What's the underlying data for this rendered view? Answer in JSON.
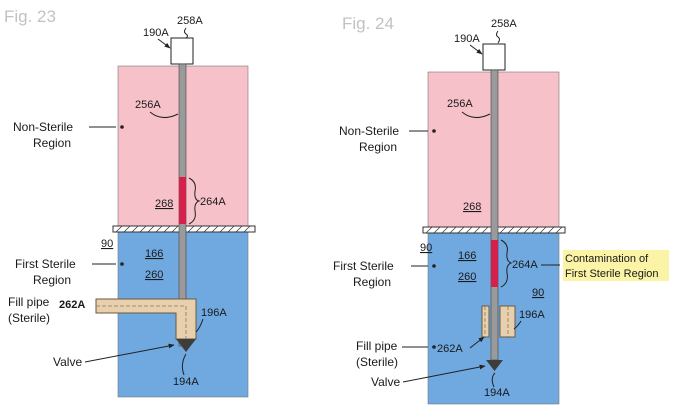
{
  "colors": {
    "non_sterile": "#f6c1c9",
    "sterile": "#6fa9e0",
    "contamination": "#d4204a",
    "pipe": "#e8cfae",
    "highlight": "#fbf3a6"
  },
  "fig23": {
    "title": "Fig. 23",
    "ref_190": "190A",
    "ref_258": "258A",
    "ref_256": "256A",
    "non_sterile_line1": "Non-Sterile",
    "non_sterile_line2": "Region",
    "ref_268": "268",
    "ref_264": "264A",
    "ref_90": "90",
    "ref_166": "166",
    "ref_260": "260",
    "first_sterile_line1": "First Sterile",
    "first_sterile_line2": "Region",
    "fill_pipe_line1": "Fill pipe",
    "fill_pipe_line2": "(Sterile)",
    "ref_262": "262A",
    "ref_196": "196A",
    "valve": "Valve",
    "ref_194": "194A"
  },
  "fig24": {
    "title": "Fig. 24",
    "ref_190": "190A",
    "ref_258": "258A",
    "ref_256": "256A",
    "non_sterile_line1": "Non-Sterile",
    "non_sterile_line2": "Region",
    "ref_268": "268",
    "ref_90": "90",
    "ref_166": "166",
    "ref_260": "260",
    "ref_264": "264A",
    "contamination_line1": "Contamination of",
    "contamination_line2": "First Sterile Region",
    "ref_90b": "90",
    "first_sterile_line1": "First Sterile",
    "first_sterile_line2": "Region",
    "ref_196": "196A",
    "fill_pipe_line1": "Fill pipe",
    "fill_pipe_line2": "(Sterile)",
    "ref_262": "262A",
    "valve": "Valve",
    "ref_194": "194A"
  }
}
